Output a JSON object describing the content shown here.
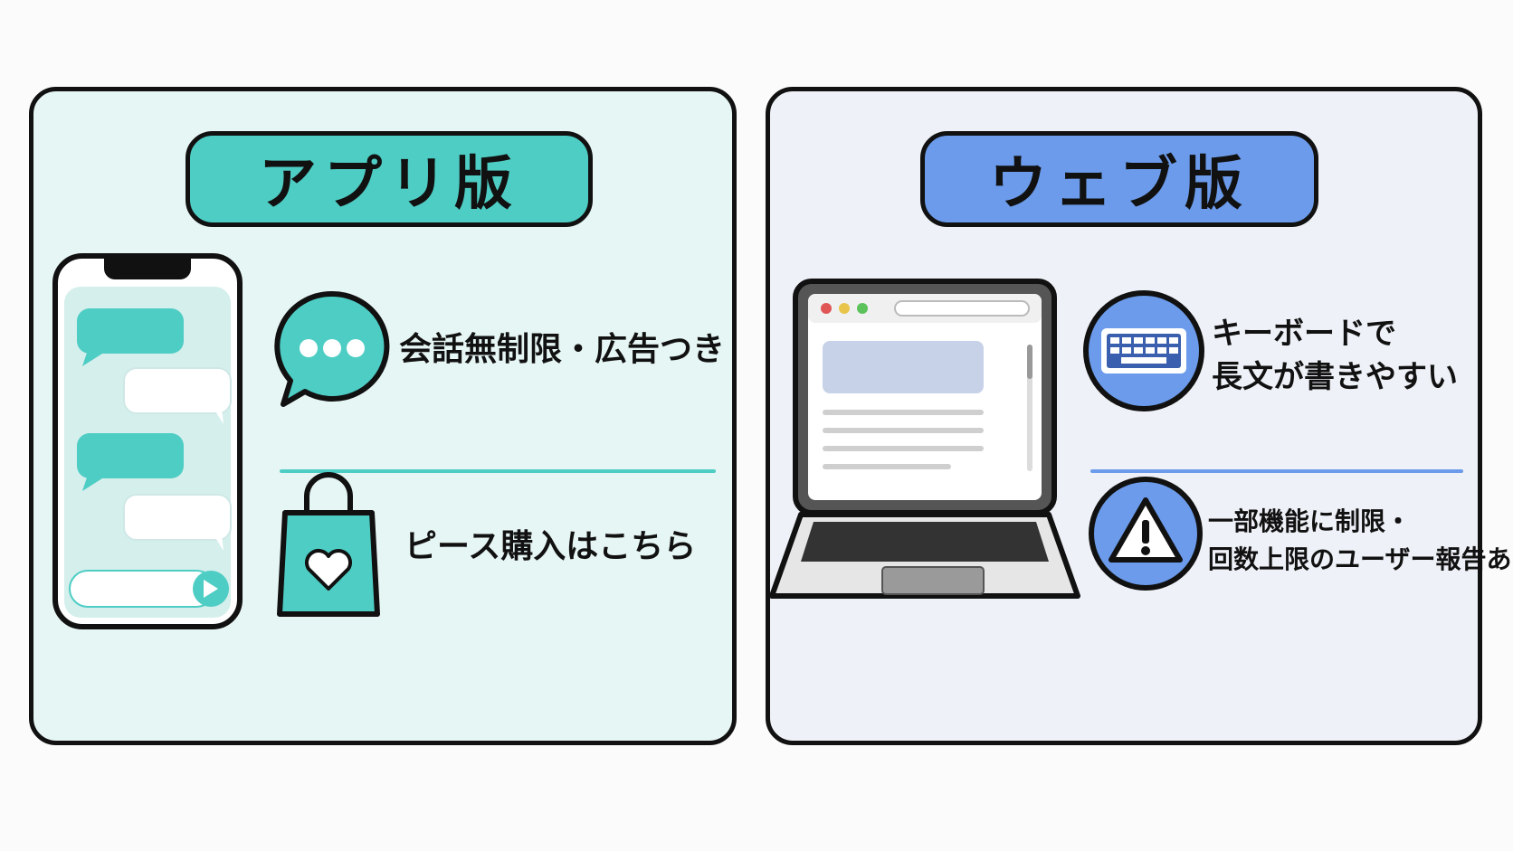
{
  "app_panel": {
    "title": "アプリ版",
    "features": [
      {
        "icon": "chat-bubble-icon",
        "text": "会話無制限・広告つき"
      },
      {
        "icon": "shopping-bag-icon",
        "text": "ピース購入はこちら"
      }
    ]
  },
  "web_panel": {
    "title": "ウェブ版",
    "features": [
      {
        "icon": "keyboard-icon",
        "line1": "キーボードで",
        "line2": "長文が書きやすい"
      },
      {
        "icon": "warning-icon",
        "line1": "一部機能に制限・",
        "line2": "回数上限のユーザー報告あり"
      }
    ]
  },
  "colors": {
    "app_accent": "#4ecdc4",
    "web_accent": "#6b9bea",
    "app_bg": "#e6f6f4",
    "web_bg": "#eef1f7",
    "outline": "#111111"
  }
}
